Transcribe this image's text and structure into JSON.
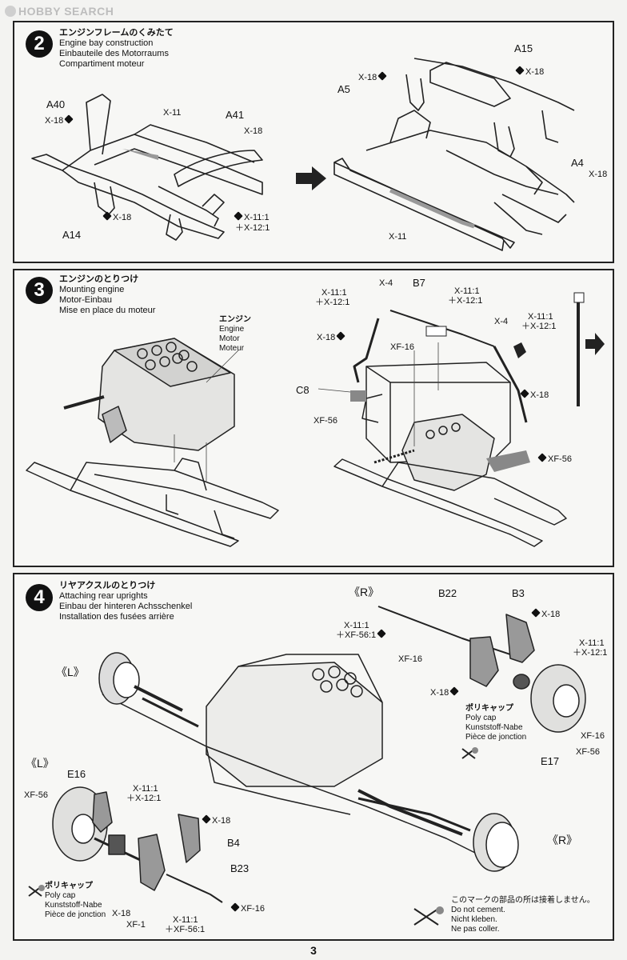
{
  "watermark": "HOBBY SEARCH",
  "page_number": "3",
  "step2": {
    "number": "2",
    "title_jp": "エンジンフレームのくみたて",
    "title_en": "Engine bay construction",
    "title_de": "Einbauteile des Motorraums",
    "title_fr": "Compartiment moteur",
    "labels": {
      "a40": "A40",
      "x18a": "X-18",
      "x11a": "X-11",
      "a41": "A41",
      "x18b": "X-18",
      "x11_12": "X-11:1",
      "x12_1": "＋X-12:1",
      "a14": "A14",
      "x18c": "X-18",
      "a15": "A15",
      "x18d": "X-18",
      "a5": "A5",
      "x18e": "X-18",
      "a4": "A4",
      "x18f": "X-18",
      "x11b": "X-11"
    }
  },
  "step3": {
    "number": "3",
    "title_jp": "エンジンのとりつけ",
    "title_en": "Mounting engine",
    "title_de": "Motor-Einbau",
    "title_fr": "Mise en place du moteur",
    "engine_jp": "エンジン",
    "engine_en": "Engine",
    "engine_de": "Motor",
    "engine_fr": "Moteur",
    "labels": {
      "x11a": "X-11:1",
      "x12a": "＋X-12:1",
      "x4a": "X-4",
      "b7": "B7",
      "x11b": "X-11:1",
      "x12b": "＋X-12:1",
      "x18a": "X-18",
      "xf16": "XF-16",
      "x4b": "X-4",
      "x11c": "X-11:1",
      "x12c": "＋X-12:1",
      "c8": "C8",
      "x18b": "X-18",
      "xf56a": "XF-56",
      "xf56b": "XF-56"
    }
  },
  "step4": {
    "number": "4",
    "title_jp": "リヤアクスルのとりつけ",
    "title_en": "Attaching rear uprights",
    "title_de": "Einbau der hinteren Achsschenkel",
    "title_fr": "Installation des fusées arrière",
    "labels": {
      "r_top": "《R》",
      "b22": "B22",
      "b3": "B3",
      "x18a": "X-18",
      "x11a": "X-11:1",
      "xf56a": "＋XF-56:1",
      "xf16a": "XF-16",
      "x11b": "X-11:1",
      "x12b": "＋X-12:1",
      "l_top": "《L》",
      "x18b": "X-18",
      "polycap_jp": "ポリキャップ",
      "polycap_en": "Poly cap",
      "polycap_de": "Kunststoff-Nabe",
      "polycap_fr": "Pièce de jonction",
      "xf16b": "XF-16",
      "xf56b": "XF-56",
      "e17": "E17",
      "l_bottom": "《L》",
      "e16": "E16",
      "x11c": "X-11:1",
      "x12c": "＋X-12:1",
      "xf56c": "XF-56",
      "x18c": "X-18",
      "b4": "B4",
      "r_bottom": "《R》",
      "b23": "B23",
      "polycap2_jp": "ポリキャップ",
      "polycap2_en": "Poly cap",
      "polycap2_de": "Kunststoff-Nabe",
      "polycap2_fr": "Pièce de jonction",
      "x18d": "X-18",
      "xf1": "XF-1",
      "x11d": "X-11:1",
      "xf56d": "＋XF-56:1",
      "xf16c": "XF-16",
      "nocement_jp": "このマークの部品の所は接着しません。",
      "nocement_en": "Do not cement.",
      "nocement_de": "Nicht kleben.",
      "nocement_fr": "Ne pas coller."
    }
  }
}
